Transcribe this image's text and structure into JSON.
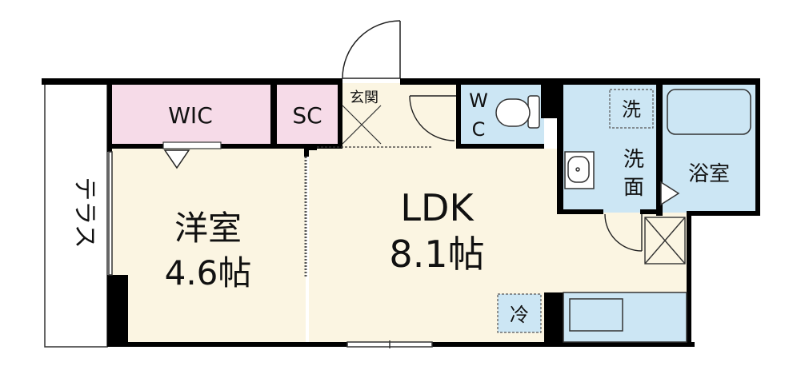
{
  "rooms": {
    "wic": "WIC",
    "sc": "SC",
    "genkan": "玄関",
    "wc_w": "W",
    "wc_c": "C",
    "sentaku_top": "洗",
    "senmen_1": "洗",
    "senmen_2": "面",
    "yokushitsu": "浴室",
    "terrace": "テラス",
    "yoshitsu_name": "洋室",
    "yoshitsu_size": "4.6帖",
    "ldk_name": "LDK",
    "ldk_size": "8.1帖",
    "rei": "冷"
  },
  "colors": {
    "wall": "#000000",
    "wic_pink": "#f6dbe8",
    "floor_cream": "#fbf5e2",
    "water_blue": "#cce6f4",
    "terrace_white": "#ffffff"
  }
}
